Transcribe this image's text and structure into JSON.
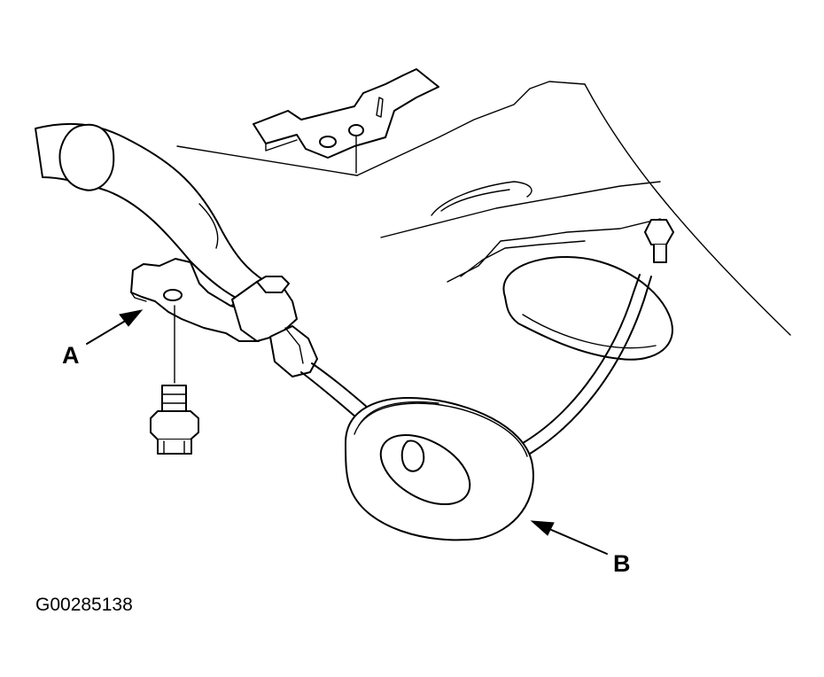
{
  "callouts": {
    "a": {
      "label": "A"
    },
    "b": {
      "label": "B"
    }
  },
  "figure_id": "G00285138",
  "colors": {
    "line": "#000000",
    "background": "#ffffff"
  }
}
